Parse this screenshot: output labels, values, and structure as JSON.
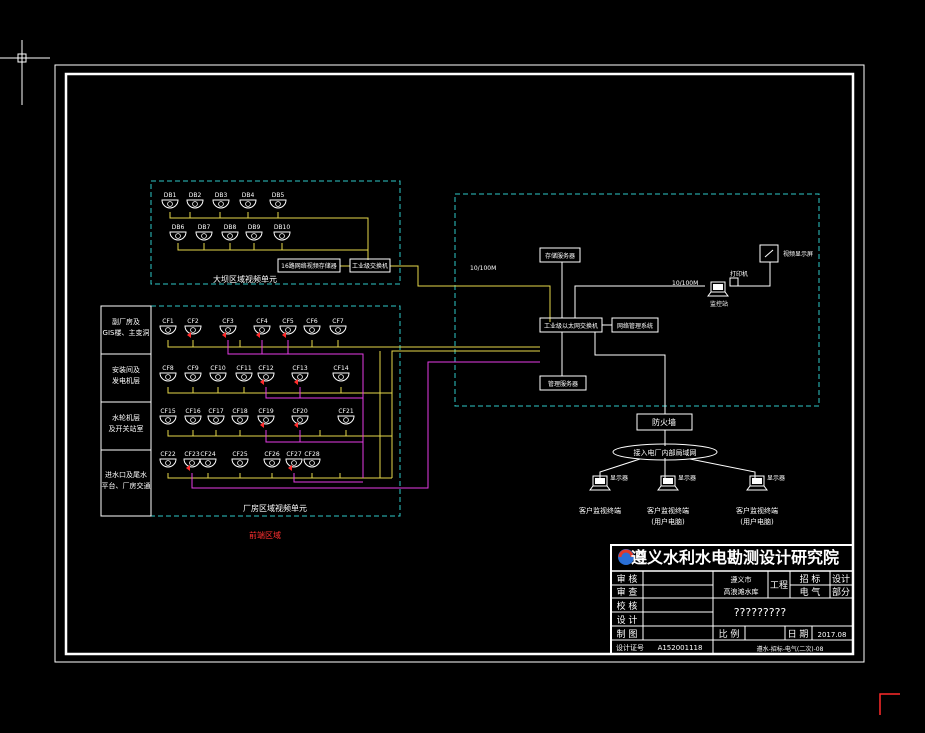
{
  "areas": {
    "dam": {
      "label": "大坝区域视频单元"
    },
    "plant": {
      "label": "厂房区域视频单元"
    },
    "front": {
      "label": "前端区域"
    }
  },
  "plant_rows": [
    {
      "label_l1": "副厂房及",
      "label_l2": "GIS楼、主变洞"
    },
    {
      "label_l1": "安装间及",
      "label_l2": "发电机层"
    },
    {
      "label_l1": "水轮机层",
      "label_l2": "及开关站室"
    },
    {
      "label_l1": "进水口及尾水",
      "label_l2": "平台、厂房交通"
    }
  ],
  "dam_cams_top": [
    "DB1",
    "DB2",
    "DB3",
    "DB4",
    "DB5"
  ],
  "dam_cams_bottom": [
    "DB6",
    "DB7",
    "DB8",
    "DB9",
    "DB10"
  ],
  "plant_cams": [
    [
      "CF1",
      "CF2",
      "CF3",
      "CF4",
      "CF5",
      "CF6",
      "CF7"
    ],
    [
      "CF8",
      "CF9",
      "CF10",
      "CF11",
      "CF12",
      "CF13",
      "CF14"
    ],
    [
      "CF15",
      "CF16",
      "CF17",
      "CF18",
      "CF19",
      "CF20",
      "CF21"
    ],
    [
      "CF22",
      "CF23",
      "CF24",
      "CF25",
      "CF26",
      "CF27",
      "CF28"
    ]
  ],
  "net": {
    "switch_label": "工业级以太网交换机",
    "dam_media": "16路网络视频存储器",
    "dam_switch": "工业级交换机",
    "storage": "存储服务器",
    "mgmt_server": "管理服务器",
    "mgmt_system": "网络管理系统",
    "speed1": "10/100M",
    "speed2": "10/100M",
    "workstation": "监控站",
    "firewall": "防火墙",
    "network": "接入电厂内部局域网",
    "tv_wall": "视频显示屏",
    "print": "打印机",
    "pc_tag": "显示器"
  },
  "clients": [
    {
      "line1": "客户监视终端",
      "line2": ""
    },
    {
      "line1": "客户监视终端",
      "line2": "(用户电脑)"
    },
    {
      "line1": "客户监视终端",
      "line2": "(用户电脑)"
    }
  ],
  "title_block": {
    "institute": "遵义水利水电勘测设计研究院",
    "approve": "审 核",
    "review": "审 查",
    "check": "校 核",
    "design": "设 计",
    "draw": "制 图",
    "cert_label": "设计证号",
    "cert_no": "A152001118",
    "project_l1": "遵义市",
    "project_l2": "高浪滩水库",
    "project_tag": "工程",
    "stage1": "招 标",
    "stage2": "设计",
    "dept1": "电 气",
    "dept2": "部分",
    "drawing_title": "?????????",
    "scale_label": "比 例",
    "date_label": "日 期",
    "date": "2017.08",
    "drawing_no": "遵水-招标-电气(二次)-08"
  }
}
